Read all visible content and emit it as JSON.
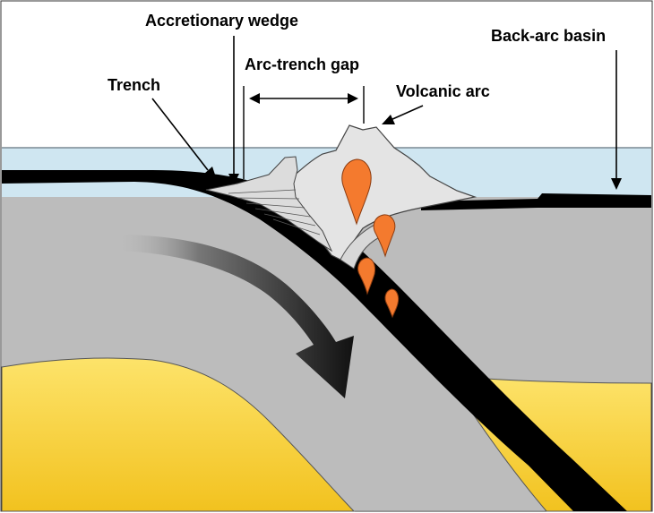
{
  "labels": {
    "accretionary_wedge": "Accretionary wedge",
    "arc_trench_gap": "Arc-trench gap",
    "trench": "Trench",
    "volcanic_arc": "Volcanic arc",
    "back_arc_basin": "Back-arc basin"
  },
  "colors": {
    "ocean": "#cfe6f1",
    "mantle": "#bcbcbc",
    "asthenosphere": "#f6d23c",
    "plate": "#000000",
    "crust": "#e4e4e4",
    "magma": "#f47a2e",
    "arrow_dark": "#111111"
  }
}
